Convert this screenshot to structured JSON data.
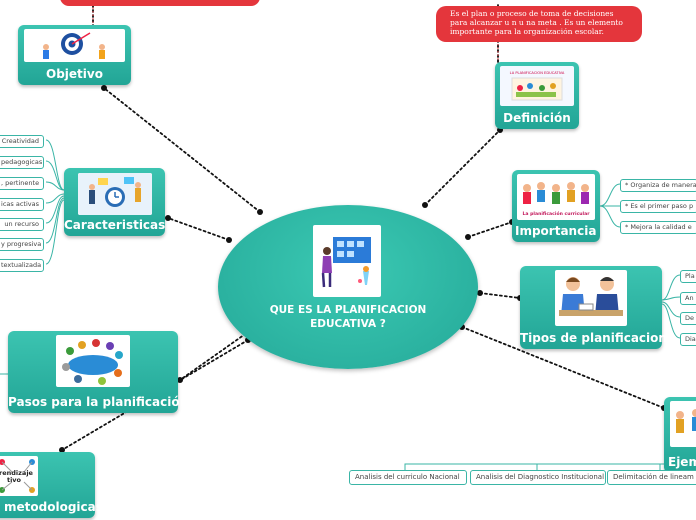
{
  "center": {
    "title": "QUE ES LA PLANIFICACION EDUCATIVA ?"
  },
  "nodes": {
    "objetivo": "Objetivo",
    "caracteristicas": "Caracteristicas",
    "pasos": "Pasos para la planificación",
    "metodologicas": "metodologicas",
    "definicion": "Definición",
    "importancia": "Importancia",
    "tipos": "Tipos de planificacion",
    "ejemplos": "Ejem"
  },
  "definicion_callout": "Es el plan o proceso de toma de decisiones para alcanzar u n u na meta . Es un elemento importante para la organización escolar.",
  "definicion_image_caption": "LA PLANIFICACION EDUCATIVA",
  "importancia_image_caption": "La planificación curricular",
  "caracteristicas_items": [
    "Creatividad",
    "pedagogicas",
    ", pertinente",
    "icas activas",
    "un recurso",
    "y progresiva",
    "textualizada"
  ],
  "importancia_items": [
    "* Organiza de manera",
    "* Es el primer paso p",
    "* Mejora la calidad e"
  ],
  "tipos_items": [
    "Pla",
    "An",
    "De",
    "Dia"
  ],
  "ejemplos_items": [
    "Analisis del curriculo Nacional",
    "Analisis del Diagnostico Institucional",
    "Delimitación de lineam"
  ],
  "metodologicas_image_text": [
    "rendizaje",
    "tivo"
  ]
}
